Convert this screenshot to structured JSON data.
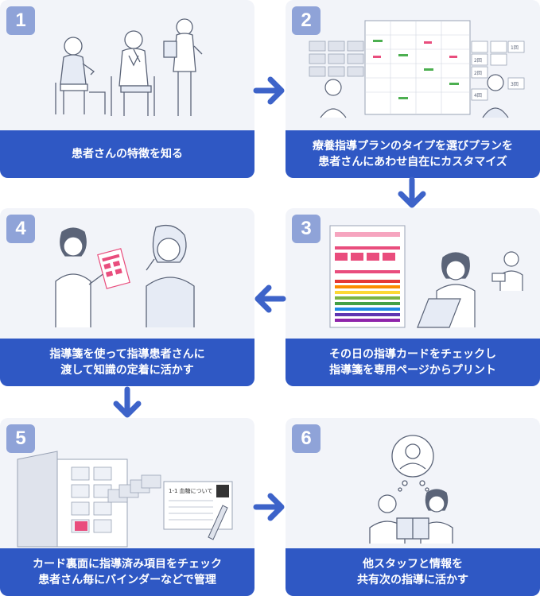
{
  "steps": [
    {
      "number": "1",
      "lines": [
        "患者さんの特徴を知る"
      ]
    },
    {
      "number": "2",
      "lines": [
        "療養指導プランのタイプを選びプランを",
        "患者さんにあわせ自在にカスタマイズ"
      ]
    },
    {
      "number": "3",
      "lines": [
        "その日の指導カードをチェックし",
        "指導箋を専用ページからプリント"
      ]
    },
    {
      "number": "4",
      "lines": [
        "指導箋を使って指導患者さんに",
        "渡して知識の定着に活かす"
      ]
    },
    {
      "number": "5",
      "lines": [
        "カード裏面に指導済み項目をチェック",
        "患者さん毎にバインダーなどで管理"
      ]
    },
    {
      "number": "6",
      "lines": [
        "他スタッフと情報を",
        "共有次の指導に活かす"
      ]
    }
  ],
  "illustrations": {
    "plan_tags": [
      "1回",
      "2回",
      "2回",
      "3回",
      "4回"
    ],
    "card_title": "1-1 血糖について"
  },
  "colors": {
    "caption": "#2f58c4",
    "badge": "#8fa3d8",
    "arrow": "#3d63c9",
    "card_bg": "#f2f4f9"
  }
}
